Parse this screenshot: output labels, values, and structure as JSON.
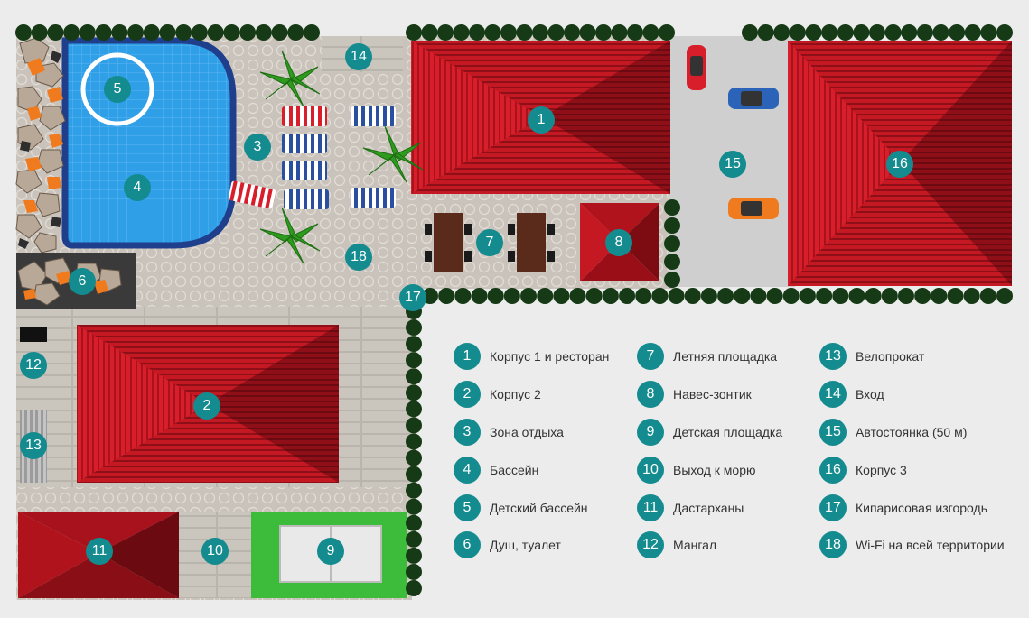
{
  "colors": {
    "marker": "#138b8f",
    "roof": "#d81e2a",
    "roof_dark": "#8e0f17",
    "pool": "#2f9fe8",
    "pool_border": "#1f3f8c",
    "grass": "#3dbb3a",
    "hedge": "#163a16",
    "paving": "#c9c3bb",
    "road": "#cfcfcf"
  },
  "markers": [
    "1",
    "2",
    "3",
    "4",
    "5",
    "6",
    "7",
    "8",
    "9",
    "10",
    "11",
    "12",
    "13",
    "14",
    "15",
    "16",
    "17",
    "18"
  ],
  "legend": [
    {
      "num": "1",
      "label": "Корпус 1 и ресторан"
    },
    {
      "num": "2",
      "label": "Корпус 2"
    },
    {
      "num": "3",
      "label": "Зона отдыха"
    },
    {
      "num": "4",
      "label": "Бассейн"
    },
    {
      "num": "5",
      "label": "Детский бассейн"
    },
    {
      "num": "6",
      "label": "Душ, туалет"
    },
    {
      "num": "7",
      "label": "Летняя площадка"
    },
    {
      "num": "8",
      "label": "Навес-зонтик"
    },
    {
      "num": "9",
      "label": "Детская площадка"
    },
    {
      "num": "10",
      "label": "Выход к морю"
    },
    {
      "num": "11",
      "label": "Дастарханы"
    },
    {
      "num": "12",
      "label": "Мангал"
    },
    {
      "num": "13",
      "label": "Велопрокат"
    },
    {
      "num": "14",
      "label": "Вход"
    },
    {
      "num": "15",
      "label": "Автостоянка (50 м)"
    },
    {
      "num": "16",
      "label": "Корпус 3"
    },
    {
      "num": "17",
      "label": "Кипарисовая изгородь"
    },
    {
      "num": "18",
      "label": "Wi-Fi на всей территории"
    }
  ]
}
